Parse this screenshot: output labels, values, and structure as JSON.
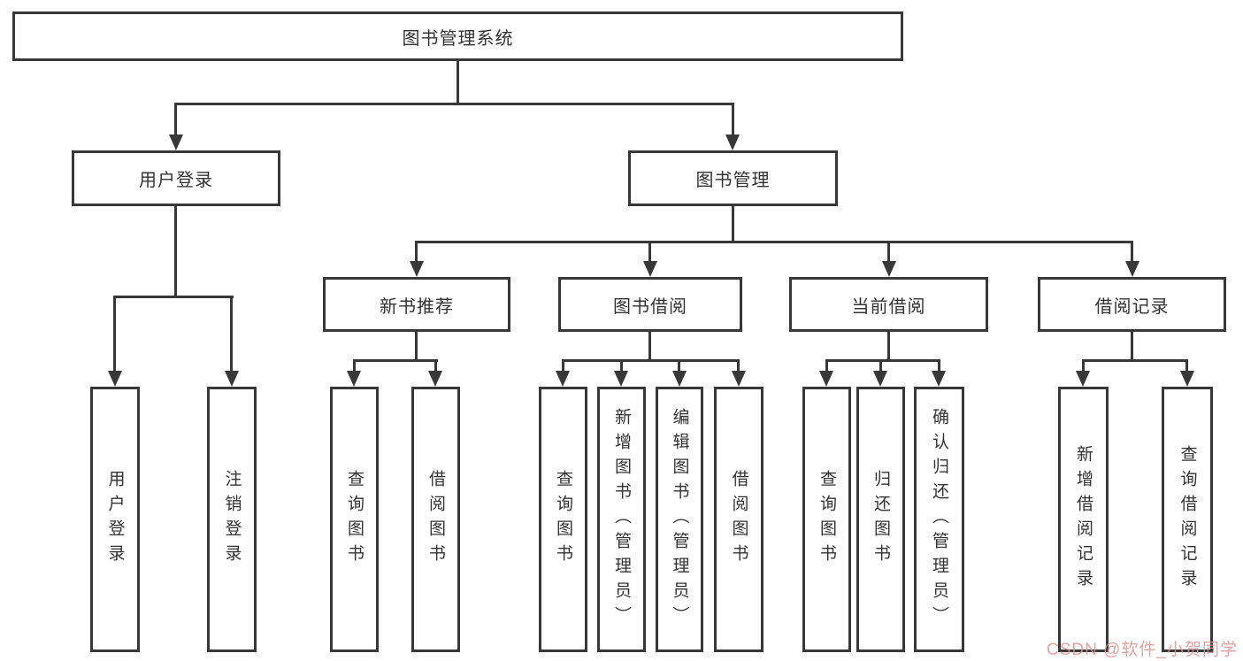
{
  "diagram": {
    "root": "图书管理系统",
    "user_login": {
      "label": "用户登录",
      "children": [
        "用户登录",
        "注销登录"
      ]
    },
    "book_mgmt": {
      "label": "图书管理"
    },
    "new_books": {
      "label": "新书推荐",
      "children": [
        "查询图书",
        "借阅图书"
      ]
    },
    "book_borrow": {
      "label": "图书借阅",
      "children": [
        "查询图书",
        "新增图书（管理员）",
        "编辑图书（管理员）",
        "借阅图书"
      ]
    },
    "current_borrow": {
      "label": "当前借阅",
      "children": [
        "查询图书",
        "归还图书",
        "确认归还（管理员）"
      ]
    },
    "borrow_records": {
      "label": "借阅记录",
      "children": [
        "新增借阅记录",
        "查询借阅记录"
      ]
    },
    "colors": {
      "line": "#383838",
      "text": "#333333",
      "watermark": "#e08f8f",
      "background": "#ffffff"
    }
  },
  "watermark": "CSDN @软件_小贺同学"
}
